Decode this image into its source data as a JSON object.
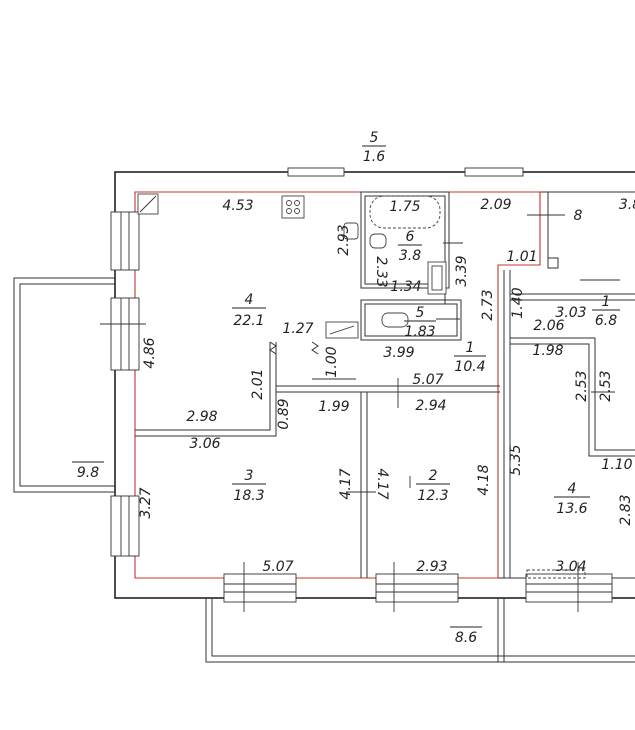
{
  "rooms": [
    {
      "id": "r4a",
      "number": "4",
      "area": "22.1"
    },
    {
      "id": "r6",
      "number": "6",
      "area": "3.8"
    },
    {
      "id": "r5",
      "number": "5",
      "area": "1.83"
    },
    {
      "id": "r1a",
      "number": "1",
      "area": "10.4"
    },
    {
      "id": "r3",
      "number": "3",
      "area": "18.3"
    },
    {
      "id": "r2",
      "number": "2",
      "area": "12.3"
    },
    {
      "id": "r1b",
      "number": "1",
      "area": "6.8"
    },
    {
      "id": "r4b",
      "number": "4",
      "area": "13.6"
    },
    {
      "id": "top",
      "number": "5",
      "area": "1.6"
    }
  ],
  "balconies": {
    "left": "9.8",
    "bottom": "8.6"
  },
  "dimensions": {
    "d_4_53": "4.53",
    "d_1_75": "1.75",
    "d_2_09": "2.09",
    "d_8": "8",
    "d_3_8": "3.8",
    "d_2_93a": "2.93",
    "d_2_33": "2.33",
    "d_3_39": "3.39",
    "d_1_34": "1.34",
    "d_1_01": "1.01",
    "d_2_73": "2.73",
    "d_1_40": "1.40",
    "d_3_03": "3.03",
    "d_2_06": "2.06",
    "d_1_27": "1.27",
    "d_4_86": "4.86",
    "d_1_00": "1.00",
    "d_3_99": "3.99",
    "d_1_98": "1.98",
    "d_2_01": "2.01",
    "d_5_07a": "5.07",
    "d_2_53a": "2.53",
    "d_2_53b": "2.53",
    "d_2_98": "2.98",
    "d_0_89": "0.89",
    "d_1_99": "1.99",
    "d_2_94": "2.94",
    "d_3_06": "3.06",
    "d_1_10": "1.10",
    "d_5_35": "5.35",
    "d_3_27": "3.27",
    "d_4_17a": "4.17",
    "d_4_17b": "4.17",
    "d_4_18": "4.18",
    "d_2_83": "2.83",
    "d_5_07b": "5.07",
    "d_2_93b": "2.93",
    "d_3_04": "3.04"
  }
}
